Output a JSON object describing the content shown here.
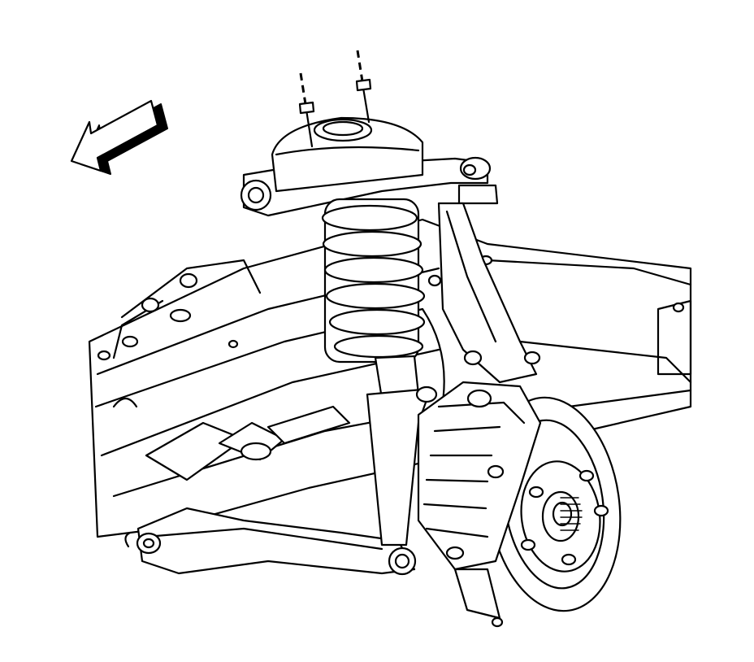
{
  "diagram": {
    "kind": "exploded-line-drawing",
    "components": [
      "direction-arrow",
      "upper-mount-studs",
      "strut-upper-mount",
      "upper-control-arm",
      "coil-spring",
      "strut-body",
      "frame-rail",
      "steering-knuckle",
      "brake-caliper",
      "brake-rotor",
      "wheel-hub",
      "lower-control-arm"
    ],
    "colors": {
      "line": "#000000",
      "background": "#ffffff",
      "arrow_fill": "#ffffff",
      "arrow_shadow": "#000000"
    }
  }
}
